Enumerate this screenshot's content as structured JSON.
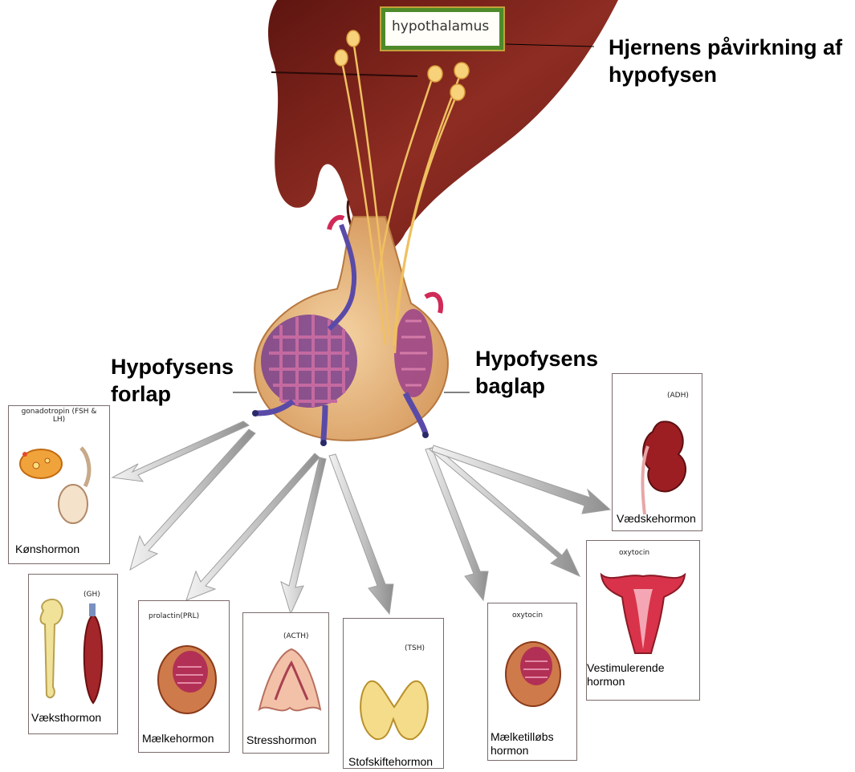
{
  "hypothalamus_label": "hypothalamus",
  "brain_influence": "Hjernens påvirkning af hypofysen",
  "anterior_lobe": "Hypofysens forlap",
  "posterior_lobe": "Hypofysens baglap",
  "cards": {
    "gonadotropin": {
      "hormone": "gonadotropin (FSH & LH)",
      "caption": "Kønshormon"
    },
    "gh": {
      "hormone": "(GH)",
      "caption": "Væksthormon"
    },
    "prl": {
      "hormone": "prolactin(PRL)",
      "caption": "Mælkehormon"
    },
    "acth": {
      "hormone": "(ACTH)",
      "caption": "Stresshormon"
    },
    "tsh": {
      "hormone": "(TSH)",
      "caption": "Stofskiftehormon"
    },
    "oxytocin_milk": {
      "hormone": "oxytocin",
      "caption": "Mælketilløbs hormon"
    },
    "oxytocin_uterus": {
      "hormone": "oxytocin",
      "caption": "Vestimulerende hormon"
    },
    "adh": {
      "hormone": "(ADH)",
      "caption": "Vædskehormon"
    }
  },
  "colors": {
    "brain": "#8a2a22",
    "gland": "#e2b27f",
    "vessel": "#7a3f8f",
    "nerve": "#f0c060",
    "arrow": "#b8b8b8"
  }
}
